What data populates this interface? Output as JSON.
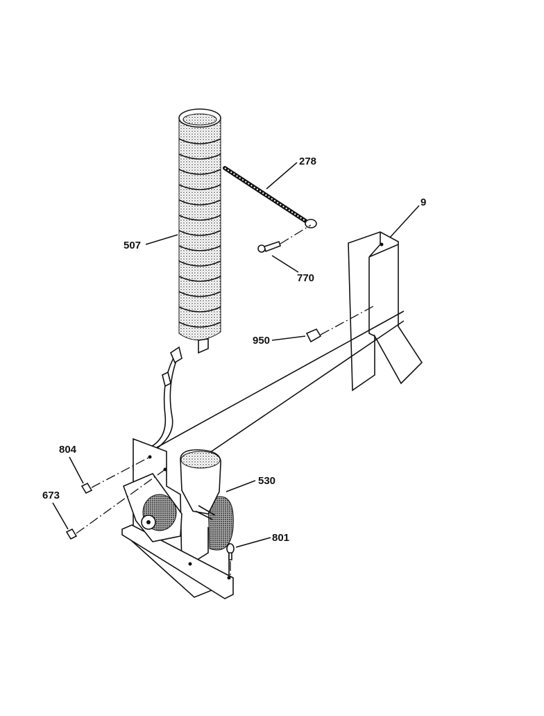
{
  "callouts": {
    "c507": "507",
    "c278": "278",
    "c9": "9",
    "c770": "770",
    "c950": "950",
    "c804": "804",
    "c530": "530",
    "c673": "673",
    "c801": "801"
  },
  "colors": {
    "ink": "#111111",
    "paper": "#ffffff"
  }
}
